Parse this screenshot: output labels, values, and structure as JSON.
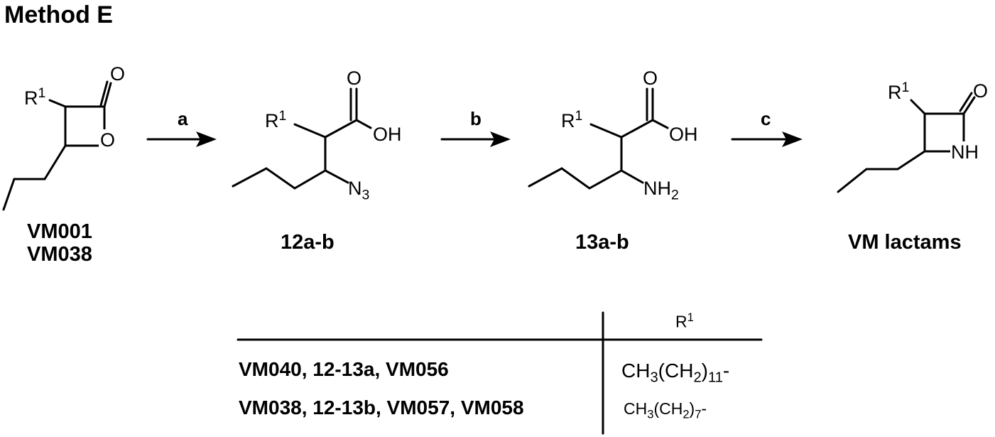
{
  "title": "Method E",
  "structures": {
    "s1": {
      "r_label": "R",
      "r_sup": "1",
      "o_carbonyl": "O",
      "o_ring": "O"
    },
    "s2": {
      "r_label": "R",
      "r_sup": "1",
      "o_carbonyl": "O",
      "oh": "OH",
      "n": "N",
      "n_sub": "3"
    },
    "s3": {
      "r_label": "R",
      "r_sup": "1",
      "o_carbonyl": "O",
      "oh": "OH",
      "nh": "NH",
      "nh_sub": "2"
    },
    "s4": {
      "r_label": "R",
      "r_sup": "1",
      "o_carbonyl": "O",
      "nh": "NH"
    }
  },
  "compounds": {
    "start_line1": "VM001",
    "start_line2": "VM038",
    "c12": "12a-b",
    "c13": "13a-b",
    "product": "VM lactams"
  },
  "steps": {
    "a": "a",
    "b": "b",
    "c": "c"
  },
  "table": {
    "header_r": "R",
    "header_sup": "1",
    "rows": [
      {
        "compounds": "VM040, 12-13a, VM056",
        "r_main": "CH",
        "r_s1": "3",
        "r_mid": "(CH",
        "r_s2": "2",
        "r_close": ")",
        "r_s3": "11",
        "r_end": "-"
      },
      {
        "compounds": "VM038, 12-13b, VM057, VM058",
        "r_main": "CH",
        "r_s1": "3",
        "r_mid": "(CH",
        "r_s2": "2",
        "r_close": ")",
        "r_s3": "7",
        "r_end": "-"
      }
    ]
  }
}
